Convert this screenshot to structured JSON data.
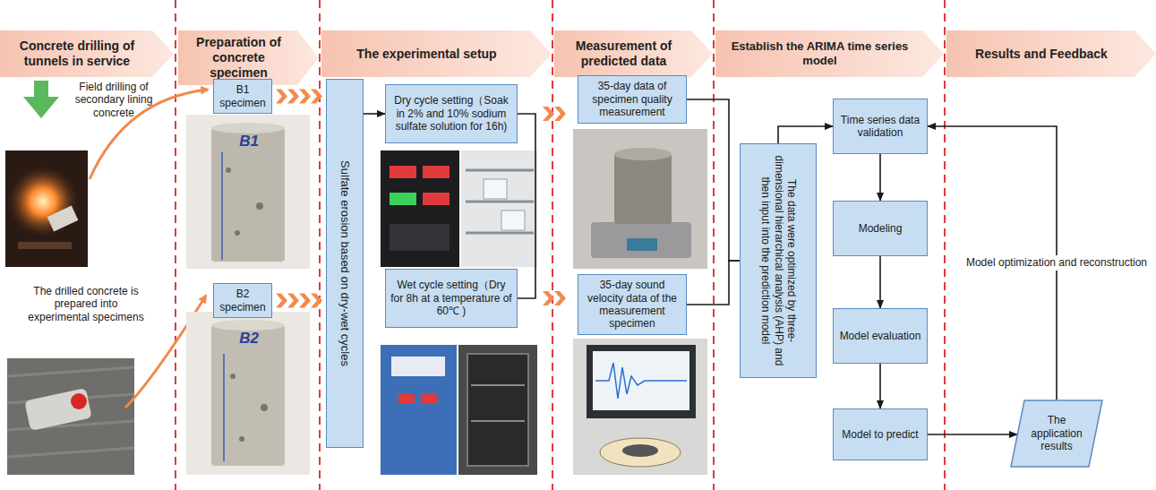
{
  "diagram": {
    "nodes": [
      {
        "text": [
          "Concrete drilling of tunnels in service"
        ]
      },
      {
        "text": [
          "Preparation of concrete specimen"
        ]
      },
      {
        "text": [
          "The experimental setup"
        ]
      },
      {
        "text": [
          "Measurement of predicted data"
        ]
      },
      {
        "text": [
          "Establish the ARIMA time series model"
        ]
      },
      {
        "text": [
          "Results and Feedback"
        ]
      },
      {
        "text": [
          "B1 specimen"
        ]
      },
      {
        "text": [
          "B2 specimen"
        ]
      },
      {
        "text": [
          "Sulfate erosion based on dry-wet cycles"
        ]
      },
      {
        "text": [
          "Dry cycle setting（Soak in 2% and 10% sodium sulfate solution for 16h)"
        ]
      },
      {
        "text": [
          "Wet cycle setting（Dry for 8h at a temperature of 60℃ )"
        ]
      },
      {
        "text": [
          "35-day data of specimen quality measurement"
        ]
      },
      {
        "text": [
          "35-day sound velocity data of the measurement specimen"
        ]
      },
      {
        "text": [
          "The data were optimized by three-dimensional hierarchical analysis (AHP) and then input into the prediction model"
        ]
      },
      {
        "text": [
          "Time series data validation"
        ]
      },
      {
        "text": [
          "Modeling"
        ]
      },
      {
        "text": [
          "Model evaluation"
        ]
      },
      {
        "text": [
          "Model to predict"
        ]
      },
      {
        "text": [
          "The application results"
        ]
      }
    ],
    "edges": [
      {
        "from": 6,
        "to": 8,
        "arrow": "to"
      },
      {
        "from": 7,
        "to": 8,
        "arrow": "to"
      },
      {
        "from": 8,
        "to": 9,
        "arrow": "to"
      },
      {
        "from": 9,
        "to": 10,
        "arrow": "none"
      },
      {
        "from": 9,
        "to": 11,
        "arrow": "to"
      },
      {
        "from": 10,
        "to": 12,
        "arrow": "to"
      },
      {
        "from": 11,
        "to": 13,
        "arrow": "none"
      },
      {
        "from": 12,
        "to": 13,
        "arrow": "none"
      },
      {
        "from": 13,
        "to": 14,
        "arrow": "to"
      },
      {
        "from": 14,
        "to": 15,
        "arrow": "to"
      },
      {
        "from": 15,
        "to": 16,
        "arrow": "to"
      },
      {
        "from": 16,
        "to": 17,
        "arrow": "to"
      },
      {
        "from": 17,
        "to": 18,
        "arrow": "to"
      },
      {
        "from": 18,
        "to": 14,
        "arrow": "to",
        "label": "Model optimization and reconstruction"
      }
    ],
    "labels": [
      "Field drilling of secondary lining concrete",
      "The drilled concrete is prepared into experimental specimens",
      "B1",
      "B2"
    ]
  }
}
